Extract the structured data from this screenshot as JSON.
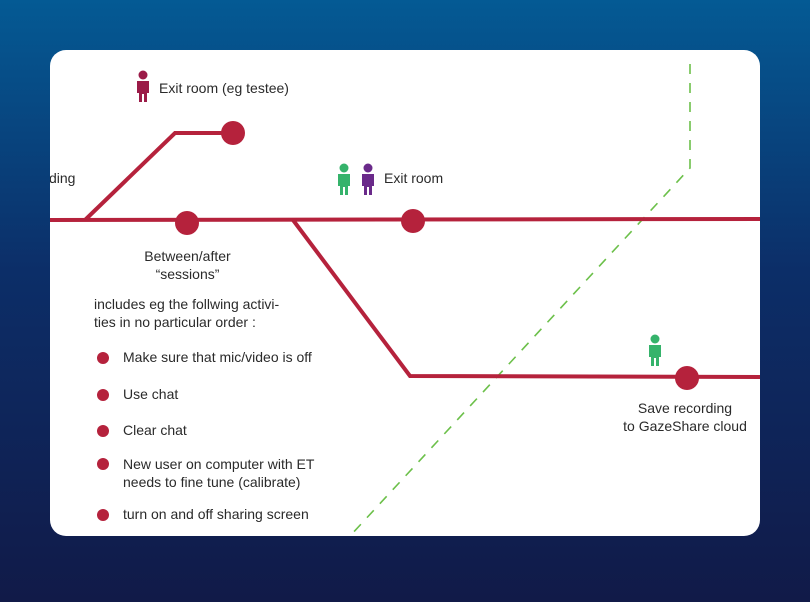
{
  "colors": {
    "track": "#b5223c",
    "dashed": "#6cc04a",
    "person_red": "#9b1b48",
    "person_green": "#35b36b",
    "person_purple": "#6a2a8a"
  },
  "labels": {
    "exit_room_testee": "Exit room (eg testee)",
    "recording_fragment": "ding",
    "exit_room": "Exit room",
    "between_line1": "Between/after",
    "between_line2": "“sessions”",
    "intro_line1": "includes eg the follwing activi-",
    "intro_line2": "ties in no particular order :",
    "save_line1": "Save recording",
    "save_line2": "to GazeShare cloud"
  },
  "activities": [
    {
      "line1": "Make sure that mic/video is off",
      "line2": ""
    },
    {
      "line1": "Use chat",
      "line2": ""
    },
    {
      "line1": "Clear chat",
      "line2": ""
    },
    {
      "line1": "New user on computer with ET",
      "line2": "needs to fine tune (calibrate)"
    },
    {
      "line1": "turn on and off sharing screen",
      "line2": ""
    }
  ],
  "icons": [
    "person-icon-red",
    "person-icon-green",
    "person-icon-purple",
    "person-icon-green"
  ]
}
